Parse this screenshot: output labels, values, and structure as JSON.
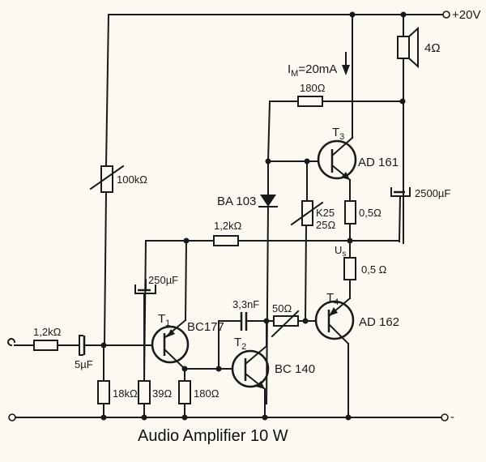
{
  "title": "Audio Amplifier 10 W",
  "supply": {
    "label": "+20V",
    "ground_label": "-"
  },
  "speaker": {
    "label": "4Ω"
  },
  "current_annotation": "I_M=20mA",
  "current_main": "I",
  "current_sub": "M",
  "current_value": "=20mA",
  "components": {
    "r_feedback": "180Ω",
    "r_pot_100k": "100kΩ",
    "diode": "BA 103",
    "r_k25_type": "K25",
    "r_k25_val": "25Ω",
    "r_1k2_mid": "1,2kΩ",
    "r_05_top": "0,5Ω",
    "r_05_bot": "0,5 Ω",
    "cap_2500": "2500µF",
    "node_us": "U",
    "node_us_sub": "s",
    "cap_250": "250µF",
    "cap_33n": "3,3nF",
    "r_50_var": "50Ω",
    "r_in": "1,2kΩ",
    "cap_in": "5µF",
    "r_18k": "18kΩ",
    "r_39": "39Ω",
    "r_180_bot": "180Ω"
  },
  "transistors": {
    "t1": {
      "name": "T",
      "sub": "1",
      "type": "BC177"
    },
    "t2": {
      "name": "T",
      "sub": "2",
      "type": "BC 140"
    },
    "t3": {
      "name": "T",
      "sub": "3",
      "type": "AD 161"
    },
    "t4": {
      "name": "T",
      "sub": "4",
      "type": "AD 162"
    }
  }
}
